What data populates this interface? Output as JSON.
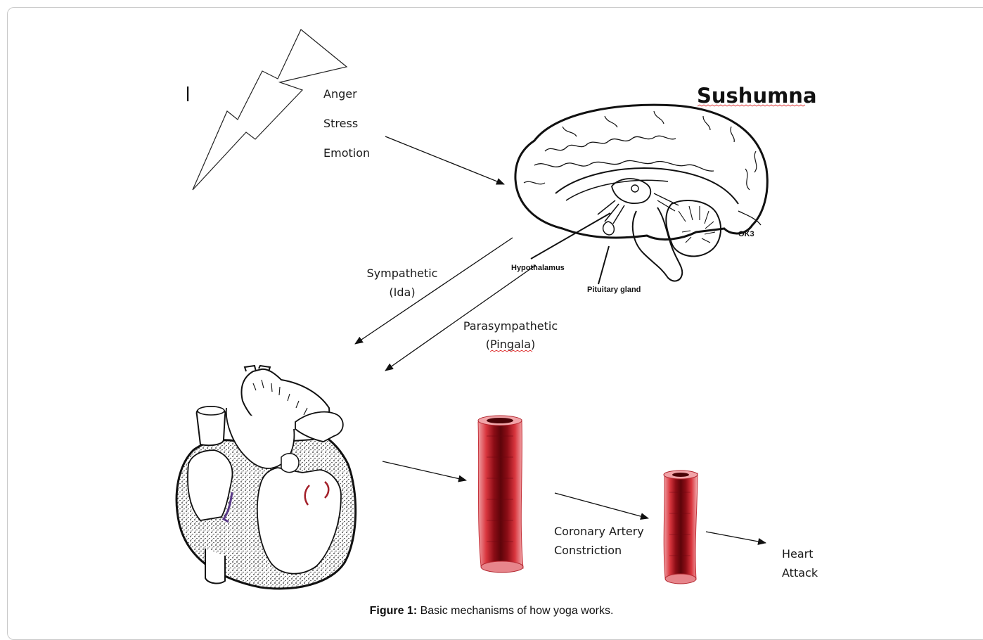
{
  "diagram": {
    "trigger_labels": [
      "Anger",
      "Stress",
      "Emotion"
    ],
    "brain_title": "Sushumna",
    "brain_labels": {
      "hypothalamus": "Hypothalamus",
      "pituitary": "Pituitary gland",
      "signature": "OK3"
    },
    "sympathetic": {
      "line1": "Sympathetic",
      "line2": "(Ida)"
    },
    "parasympathetic": {
      "line1": "Parasympathetic",
      "line2": "(Pingala)"
    },
    "artery_label": {
      "line1": "Coronary Artery",
      "line2": "Constriction"
    },
    "outcome": {
      "line1": "Heart",
      "line2": "Attack"
    }
  },
  "caption": {
    "label": "Figure 1:",
    "text": "Basic mechanisms of how yoga works."
  }
}
